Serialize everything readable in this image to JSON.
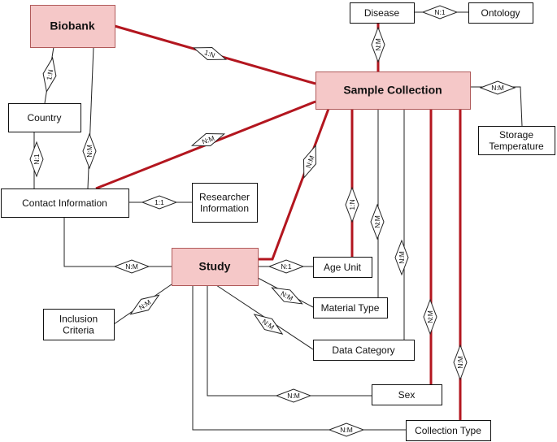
{
  "colors": {
    "primary_fill": "#f5c8c8",
    "primary_stroke": "#b05a5a",
    "primary_line": "#b3161f",
    "normal_line": "#222222",
    "box_fill": "#ffffff",
    "box_stroke": "#111111"
  },
  "entities": [
    {
      "id": "biobank",
      "lines": [
        "Biobank"
      ],
      "primary": true
    },
    {
      "id": "disease",
      "lines": [
        "Disease"
      ],
      "primary": false
    },
    {
      "id": "ontology",
      "lines": [
        "Ontology"
      ],
      "primary": false
    },
    {
      "id": "sample-collection",
      "lines": [
        "Sample Collection"
      ],
      "primary": true
    },
    {
      "id": "country",
      "lines": [
        "Country"
      ],
      "primary": false
    },
    {
      "id": "storage-temperature",
      "lines": [
        "Storage",
        "Temperature"
      ],
      "primary": false
    },
    {
      "id": "contact-information",
      "lines": [
        "Contact Information"
      ],
      "primary": false
    },
    {
      "id": "researcher-information",
      "lines": [
        "Researcher",
        "Information"
      ],
      "primary": false
    },
    {
      "id": "study",
      "lines": [
        "Study"
      ],
      "primary": true
    },
    {
      "id": "age-unit",
      "lines": [
        "Age Unit"
      ],
      "primary": false
    },
    {
      "id": "inclusion-criteria",
      "lines": [
        "Inclusion",
        "Criteria"
      ],
      "primary": false
    },
    {
      "id": "material-type",
      "lines": [
        "Material Type"
      ],
      "primary": false
    },
    {
      "id": "data-category",
      "lines": [
        "Data Category"
      ],
      "primary": false
    },
    {
      "id": "sex",
      "lines": [
        "Sex"
      ],
      "primary": false
    },
    {
      "id": "collection-type",
      "lines": [
        "Collection Type"
      ],
      "primary": false
    }
  ],
  "relations": [
    {
      "id": "biobank-sample-collection",
      "from": "biobank",
      "to": "sample-collection",
      "card": "1:N",
      "primary": true
    },
    {
      "id": "biobank-country",
      "from": "biobank",
      "to": "country",
      "card": "1:N",
      "primary": false
    },
    {
      "id": "biobank-contact-information",
      "from": "biobank",
      "to": "contact-information",
      "card": "N:M",
      "primary": false
    },
    {
      "id": "disease-ontology",
      "from": "disease",
      "to": "ontology",
      "card": "N:1",
      "primary": false
    },
    {
      "id": "disease-sample-collection",
      "from": "disease",
      "to": "sample-collection",
      "card": "N:M",
      "primary": true
    },
    {
      "id": "sample-collection-storage-temperature",
      "from": "sample-collection",
      "to": "storage-temperature",
      "card": "N:M",
      "primary": false
    },
    {
      "id": "country-contact-information",
      "from": "country",
      "to": "contact-information",
      "card": "N:1",
      "primary": false
    },
    {
      "id": "contact-information-sample-collection",
      "from": "contact-information",
      "to": "sample-collection",
      "card": "N:M",
      "primary": true
    },
    {
      "id": "contact-information-researcher-information",
      "from": "contact-information",
      "to": "researcher-information",
      "card": "1:1",
      "primary": false
    },
    {
      "id": "contact-information-study",
      "from": "contact-information",
      "to": "study",
      "card": "N:M",
      "primary": false
    },
    {
      "id": "sample-collection-study",
      "from": "sample-collection",
      "to": "study",
      "card": "N:M",
      "primary": true
    },
    {
      "id": "sample-collection-age-unit",
      "from": "sample-collection",
      "to": "age-unit",
      "card": "1:N",
      "primary": true
    },
    {
      "id": "sample-collection-material-type",
      "from": "sample-collection",
      "to": "material-type",
      "card": "N:M",
      "primary": false
    },
    {
      "id": "sample-collection-data-category",
      "from": "sample-collection",
      "to": "data-category",
      "card": "N:M",
      "primary": false
    },
    {
      "id": "sample-collection-sex",
      "from": "sample-collection",
      "to": "sex",
      "card": "N:M",
      "primary": true
    },
    {
      "id": "sample-collection-collection-type",
      "from": "sample-collection",
      "to": "collection-type",
      "card": "N:M",
      "primary": true
    },
    {
      "id": "study-age-unit",
      "from": "study",
      "to": "age-unit",
      "card": "N:1",
      "primary": false
    },
    {
      "id": "study-inclusion-criteria",
      "from": "study",
      "to": "inclusion-criteria",
      "card": "N:M",
      "primary": false
    },
    {
      "id": "study-material-type",
      "from": "study",
      "to": "material-type",
      "card": "N:M",
      "primary": false
    },
    {
      "id": "study-data-category",
      "from": "study",
      "to": "data-category",
      "card": "N:M",
      "primary": false
    },
    {
      "id": "study-sex",
      "from": "study",
      "to": "sex",
      "card": "N:M",
      "primary": false
    },
    {
      "id": "study-collection-type",
      "from": "study",
      "to": "collection-type",
      "card": "N:M",
      "primary": false
    }
  ]
}
